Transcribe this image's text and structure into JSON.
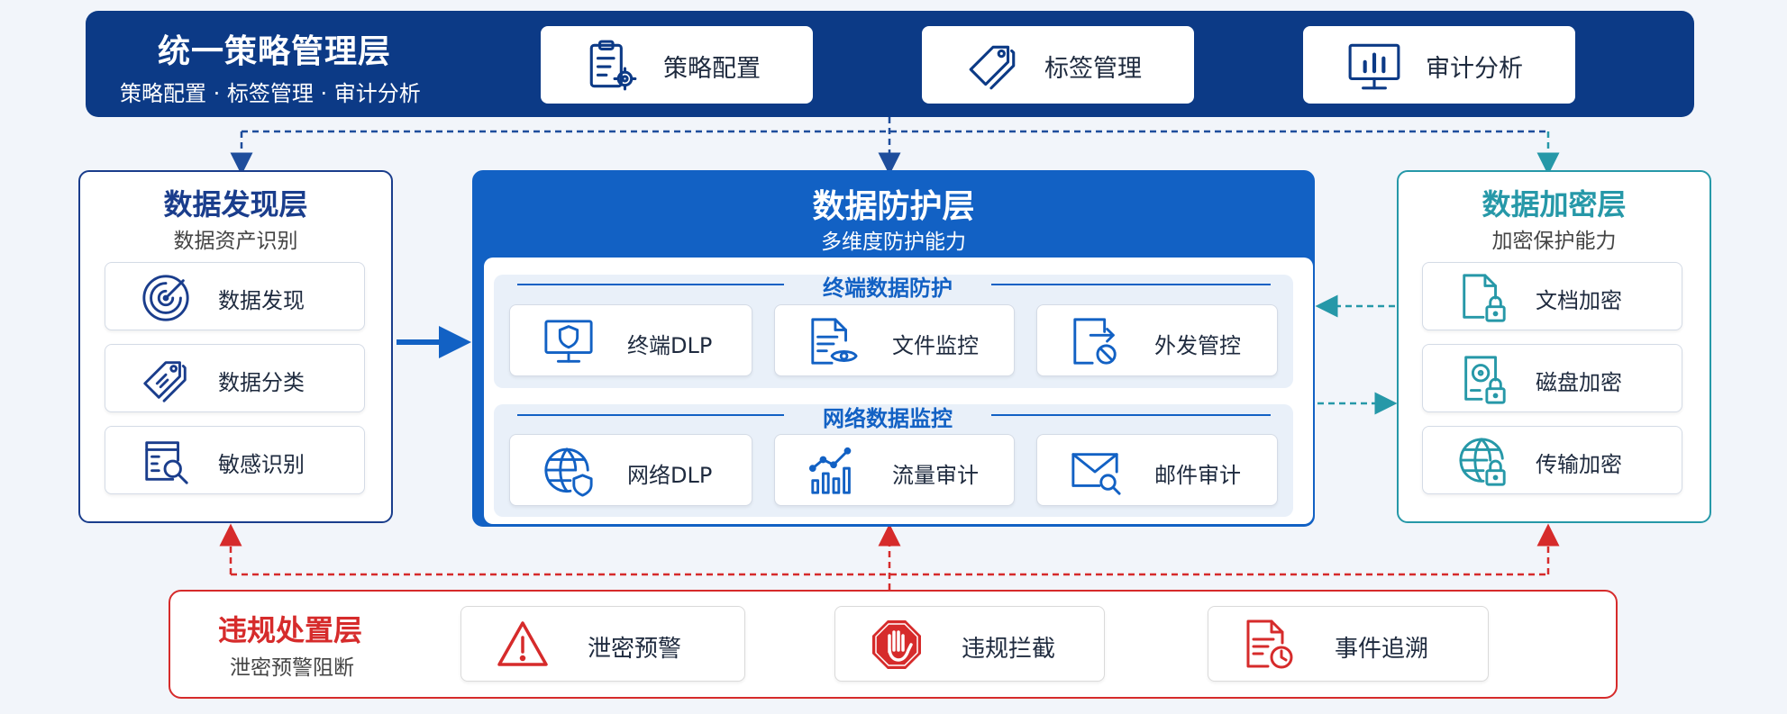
{
  "policy_layer": {
    "title": "统一策略管理层",
    "subtitle": "策略配置 · 标签管理 · 审计分析",
    "cards": [
      {
        "label": "策略配置",
        "icon": "policy-config-icon"
      },
      {
        "label": "标签管理",
        "icon": "tag-icon"
      },
      {
        "label": "审计分析",
        "icon": "monitor-chart-icon"
      }
    ]
  },
  "discover_layer": {
    "title": "数据发现层",
    "subtitle": "数据资产识别",
    "items": [
      {
        "label": "数据发现",
        "icon": "radar-icon"
      },
      {
        "label": "数据分类",
        "icon": "tag-icon"
      },
      {
        "label": "敏感识别",
        "icon": "document-search-icon"
      }
    ]
  },
  "protect_layer": {
    "title": "数据防护层",
    "subtitle": "多维度防护能力",
    "groups": [
      {
        "title": "终端数据防护",
        "items": [
          {
            "label": "终端DLP",
            "icon": "monitor-shield-icon"
          },
          {
            "label": "文件监控",
            "icon": "file-eye-icon"
          },
          {
            "label": "外发管控",
            "icon": "file-block-icon"
          }
        ]
      },
      {
        "title": "网络数据监控",
        "items": [
          {
            "label": "网络DLP",
            "icon": "globe-shield-icon"
          },
          {
            "label": "流量审计",
            "icon": "bar-trend-icon"
          },
          {
            "label": "邮件审计",
            "icon": "mail-search-icon"
          }
        ]
      }
    ]
  },
  "encrypt_layer": {
    "title": "数据加密层",
    "subtitle": "加密保护能力",
    "items": [
      {
        "label": "文档加密",
        "icon": "file-lock-icon"
      },
      {
        "label": "磁盘加密",
        "icon": "disk-lock-icon"
      },
      {
        "label": "传输加密",
        "icon": "globe-lock-icon"
      }
    ]
  },
  "dispose_layer": {
    "title": "违规处置层",
    "subtitle": "泄密预警阻断",
    "cards": [
      {
        "label": "泄密预警",
        "icon": "warning-icon"
      },
      {
        "label": "违规拦截",
        "icon": "stop-hand-icon"
      },
      {
        "label": "事件追溯",
        "icon": "file-clock-icon"
      }
    ]
  },
  "colors": {
    "policy": "#0c3a86",
    "discover": "#1a3d8c",
    "protect": "#1261c4",
    "encrypt": "#2698a8",
    "dispose": "#d62b2b"
  }
}
